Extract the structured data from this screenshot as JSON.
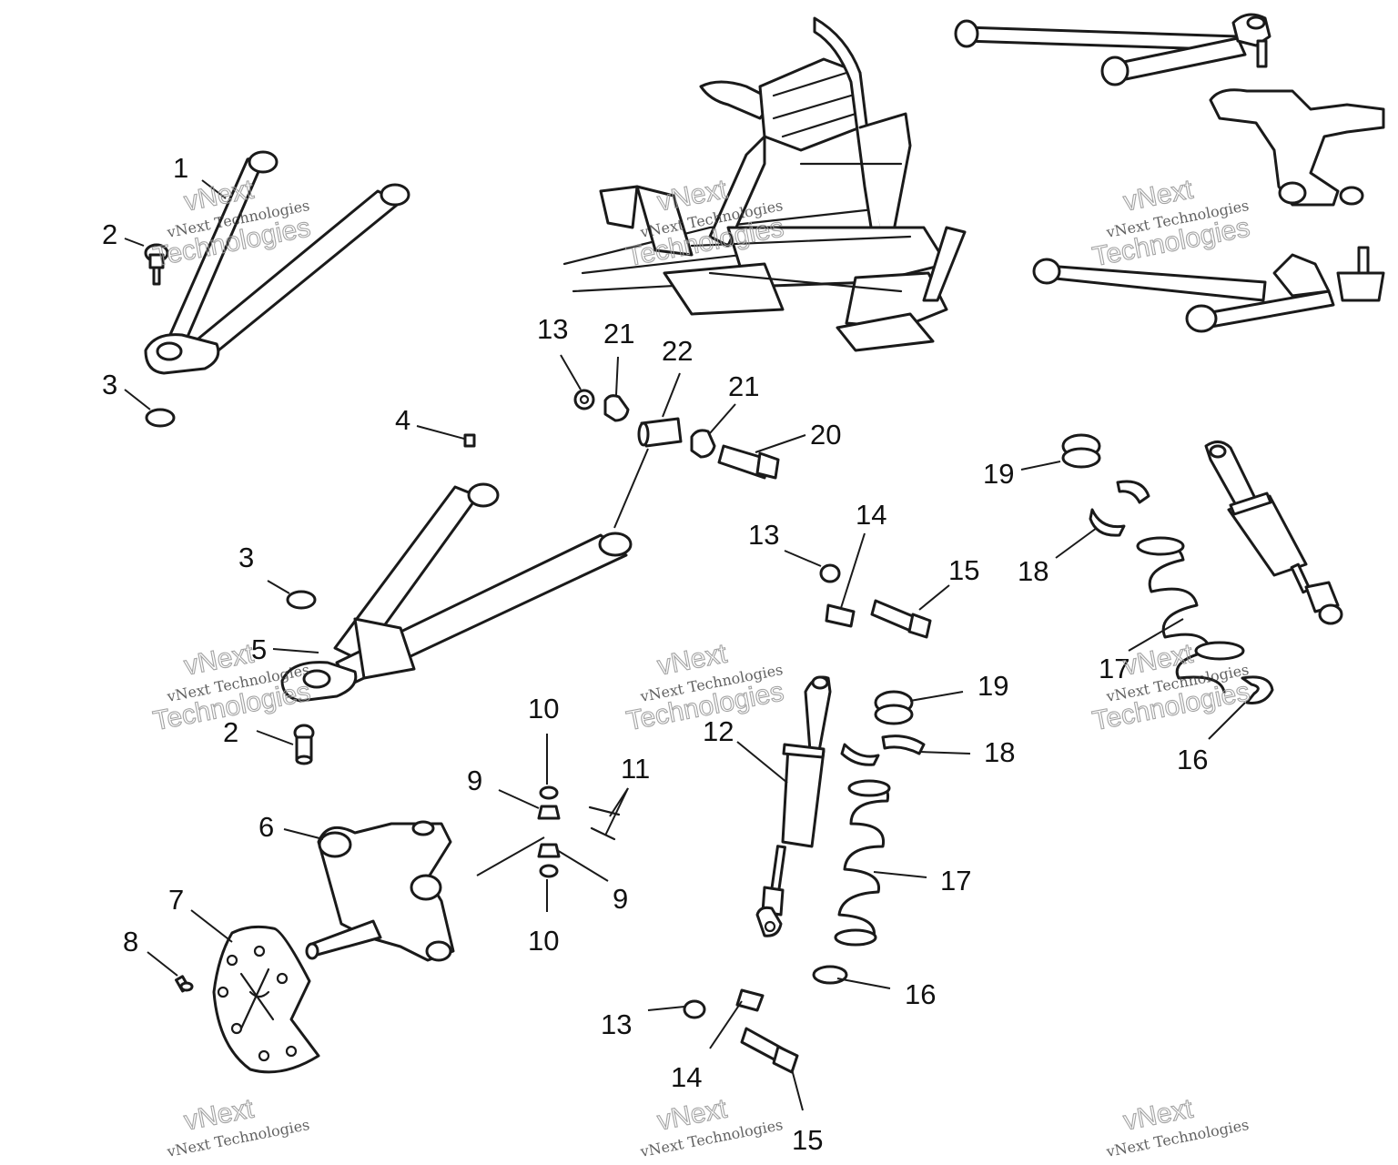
{
  "watermark": {
    "line1": "vNext",
    "line2": "vNext Technologies",
    "line3": "Technologies"
  },
  "callouts": [
    {
      "id": "c1",
      "text": "1"
    },
    {
      "id": "c2a",
      "text": "2"
    },
    {
      "id": "c3a",
      "text": "3"
    },
    {
      "id": "c4",
      "text": "4"
    },
    {
      "id": "c3b",
      "text": "3"
    },
    {
      "id": "c5",
      "text": "5"
    },
    {
      "id": "c2b",
      "text": "2"
    },
    {
      "id": "c6",
      "text": "6"
    },
    {
      "id": "c7",
      "text": "7"
    },
    {
      "id": "c8",
      "text": "8"
    },
    {
      "id": "c13a",
      "text": "13"
    },
    {
      "id": "c21a",
      "text": "21"
    },
    {
      "id": "c22",
      "text": "22"
    },
    {
      "id": "c21b",
      "text": "21"
    },
    {
      "id": "c20",
      "text": "20"
    },
    {
      "id": "c13b",
      "text": "13"
    },
    {
      "id": "c14a",
      "text": "14"
    },
    {
      "id": "c15a",
      "text": "15"
    },
    {
      "id": "c10a",
      "text": "10"
    },
    {
      "id": "c9a",
      "text": "9"
    },
    {
      "id": "c11",
      "text": "11"
    },
    {
      "id": "c9b",
      "text": "9"
    },
    {
      "id": "c10b",
      "text": "10"
    },
    {
      "id": "c12",
      "text": "12"
    },
    {
      "id": "c19a",
      "text": "19"
    },
    {
      "id": "c18a",
      "text": "18"
    },
    {
      "id": "c17a",
      "text": "17"
    },
    {
      "id": "c16a",
      "text": "16"
    },
    {
      "id": "c13c",
      "text": "13"
    },
    {
      "id": "c14b",
      "text": "14"
    },
    {
      "id": "c15b",
      "text": "15"
    },
    {
      "id": "c19b",
      "text": "19"
    },
    {
      "id": "c18b",
      "text": "18"
    },
    {
      "id": "c17b",
      "text": "17"
    },
    {
      "id": "c16b",
      "text": "16"
    }
  ]
}
